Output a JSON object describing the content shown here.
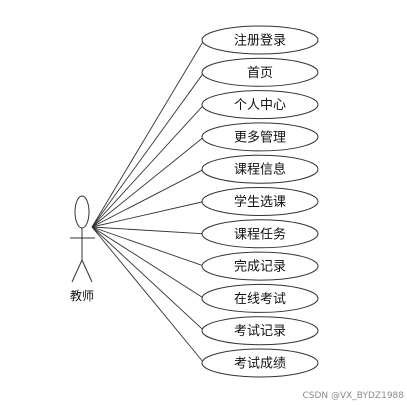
{
  "actor": {
    "label": "教师"
  },
  "use_cases": [
    "注册登录",
    "首页",
    "个人中心",
    "更多管理",
    "课程信息",
    "学生选课",
    "课程任务",
    "完成记录",
    "在线考试",
    "考试记录",
    "考试成绩"
  ],
  "watermark": "CSDN @VX_BYDZ1988",
  "colors": {
    "stroke": "#333333",
    "background": "#ffffff"
  }
}
